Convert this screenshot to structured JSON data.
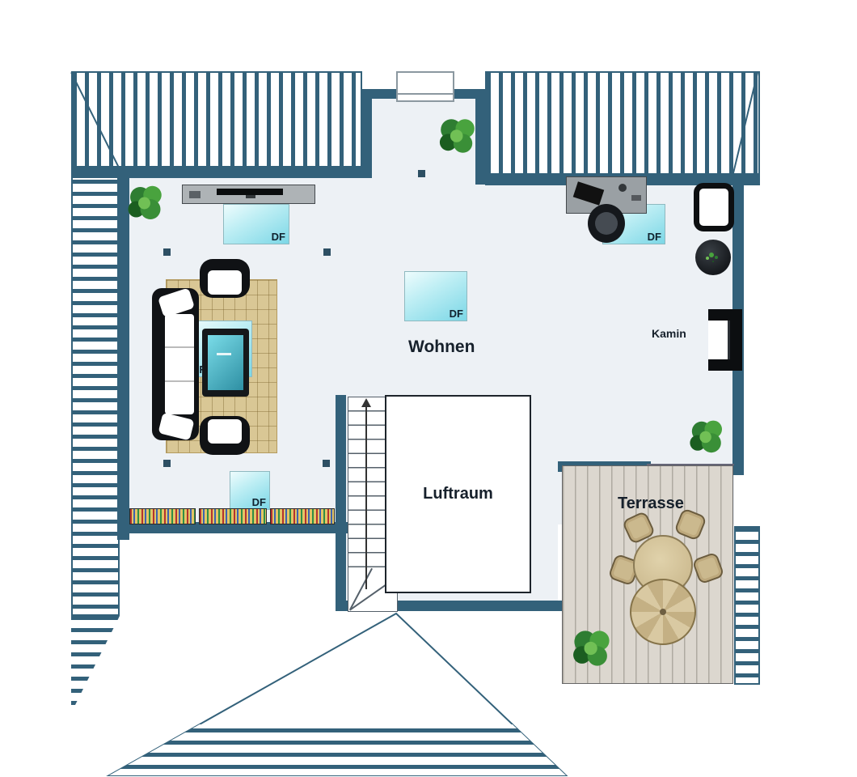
{
  "labels": {
    "wohnen": "Wohnen",
    "luftraum": "Luftraum",
    "terrasse": "Terrasse",
    "kamin": "Kamin",
    "skylight": "DF"
  },
  "colors": {
    "wall": "#33617a",
    "floor": "#edf1f5",
    "rug": "#d9c795",
    "deck": "#dcd7cf",
    "glass1": "#eefcfd",
    "glass2": "#7cd7e6",
    "text": "#16202b"
  }
}
